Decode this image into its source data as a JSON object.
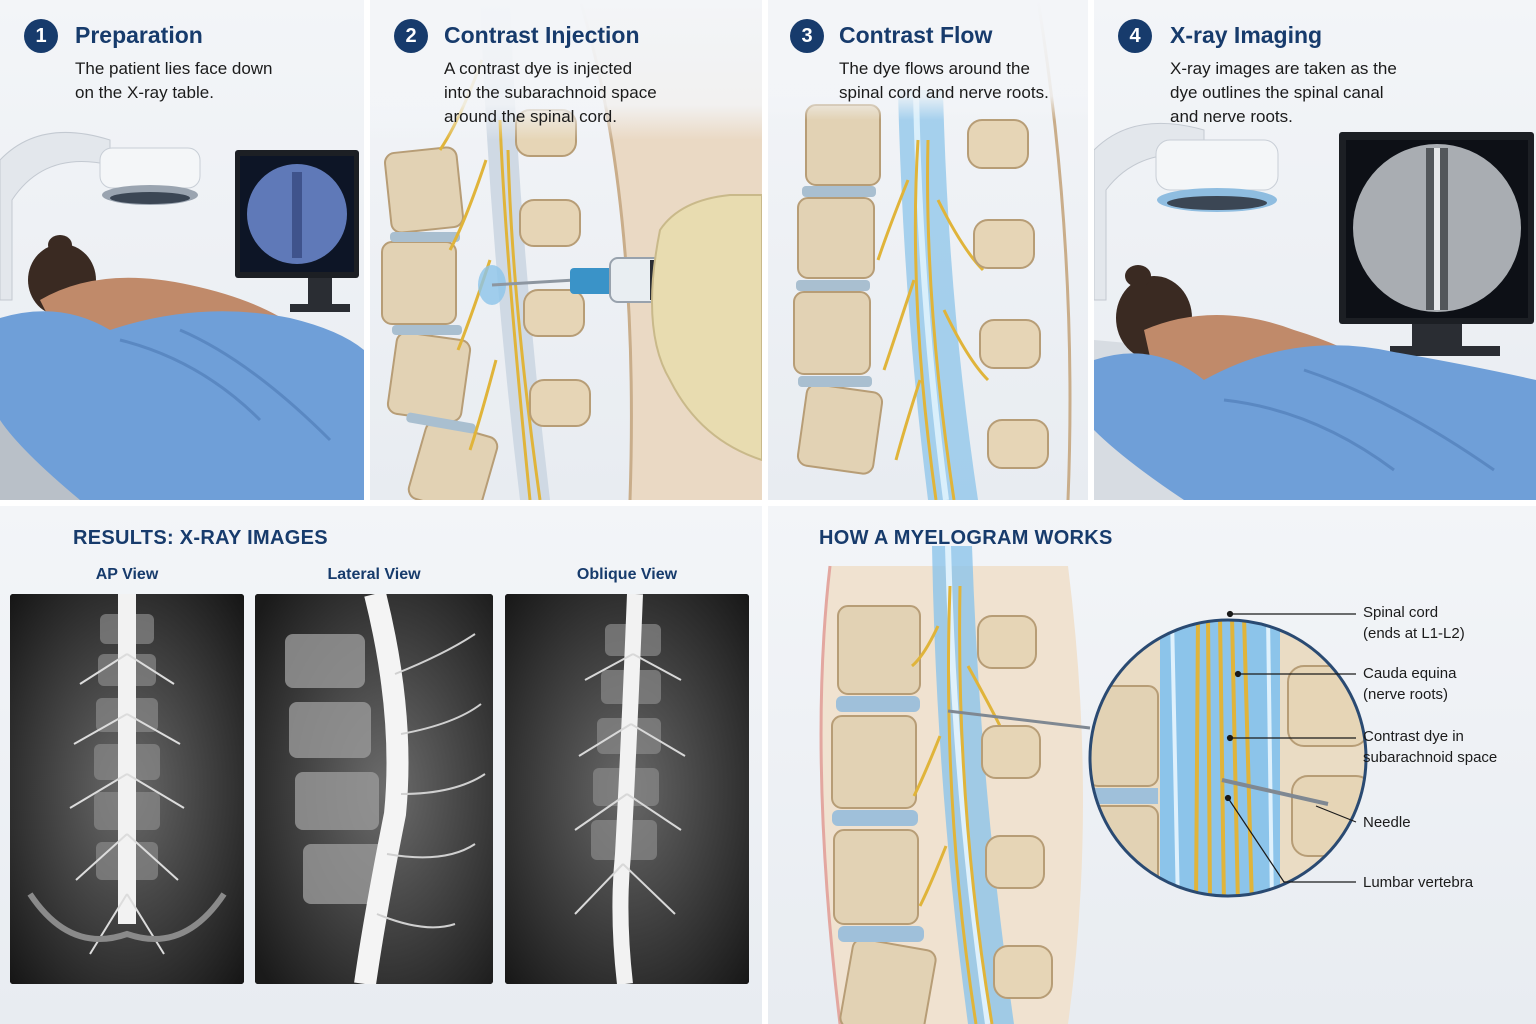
{
  "steps": [
    {
      "number": "1",
      "title": "Preparation",
      "description": "The patient lies face down\non the X-ray table."
    },
    {
      "number": "2",
      "title": "Contrast Injection",
      "description": "A contrast dye is injected\ninto the subarachnoid space\naround the spinal cord."
    },
    {
      "number": "3",
      "title": "Contrast Flow",
      "description": "The dye flows around the\nspinal cord and nerve roots."
    },
    {
      "number": "4",
      "title": "X-ray Imaging",
      "description": "X-ray images are taken as the\ndye outlines the spinal canal\nand nerve roots."
    }
  ],
  "results": {
    "title": "RESULTS: X-RAY IMAGES",
    "views": [
      "AP View",
      "Lateral View",
      "Oblique View"
    ]
  },
  "how_it_works": {
    "title": "HOW A MYELOGRAM WORKS",
    "callouts": [
      "Spinal cord\n(ends at L1-L2)",
      "Cauda equina\n(nerve roots)",
      "Contrast dye in\nsubarachnoid space",
      "Needle",
      "Lumbar vertebra"
    ]
  },
  "colors": {
    "accent": "#173b6c",
    "drape": "#6f9fd8",
    "bone": "#e2d2b4",
    "nerve": "#e0b43a",
    "dye": "#8cc4ea"
  }
}
